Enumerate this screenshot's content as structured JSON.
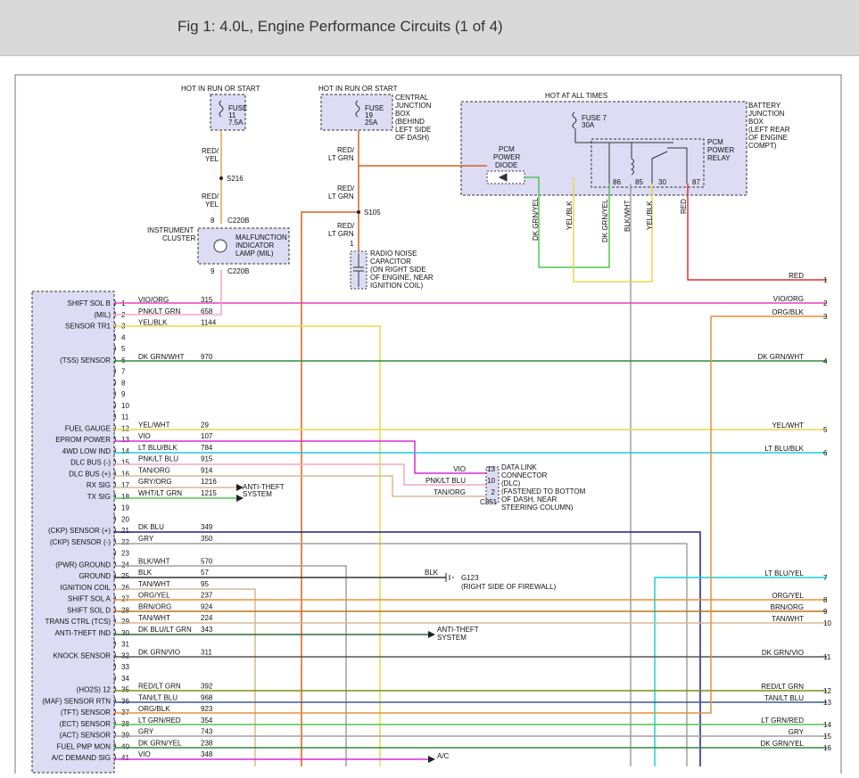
{
  "header": {
    "title": "Fig 1: 4.0L, Engine Performance Circuits (1 of 4)"
  },
  "colors": {
    "box_fill": "#dcdcf4",
    "header_bg": "#d9d9d9",
    "wire_violet_orange": "#e040c0",
    "wire_pink": "#f27fa8",
    "wire_yellow": "#e8d84a",
    "wire_dark_green": "#2e8b3a",
    "wire_light_blue": "#22ccd8",
    "wire_tan": "#d6b896",
    "wire_blue": "#1a237e",
    "wire_gray": "#a0a0a0",
    "wire_orange": "#e8903a",
    "wire_red": "#e03030",
    "wire_green": "#54c454"
  },
  "top": {
    "hot_run_start_1": "HOT IN RUN OR START",
    "hot_run_start_2": "HOT IN RUN OR START",
    "hot_all_times": "HOT AT ALL TIMES",
    "fuse11": [
      "FUSE",
      "11",
      "7.5A"
    ],
    "fuse19": [
      "FUSE",
      "19",
      "25A"
    ],
    "fuse7": [
      "FUSE 7",
      "30A"
    ],
    "cjb": [
      "CENTRAL",
      "JUNCTION",
      "BOX",
      "(BEHIND",
      "LEFT SIDE",
      "OF DASH)"
    ],
    "bjb": [
      "BATTERY",
      "JUNCTION",
      "BOX",
      "(LEFT REAR",
      "OF ENGINE",
      "COMPT)"
    ],
    "pcm_diode": [
      "PCM",
      "POWER",
      "DIODE"
    ],
    "pcm_relay": [
      "PCM",
      "POWER",
      "RELAY"
    ],
    "relay_pins": [
      "86",
      "85",
      "30",
      "87"
    ],
    "red_yel_1": [
      "RED/",
      "YEL"
    ],
    "s216": "S216",
    "red_yel_2": [
      "RED/",
      "YEL"
    ],
    "red_ltgrn_1": [
      "RED/",
      "LT GRN"
    ],
    "red_ltgrn_2": [
      "RED/",
      "LT GRN"
    ],
    "s105": "S105",
    "red_ltgrn_3": [
      "RED/",
      "LT GRN"
    ],
    "cap_pin": "1",
    "cap": [
      "RADIO NOISE",
      "CAPACITOR",
      "(ON RIGHT SIDE",
      "OF ENGINE, NEAR",
      "IGNITION COIL)"
    ],
    "mil_pin_top": "8",
    "mil_conn_top": "C220B",
    "mil_pin_bot": "9",
    "mil_conn_bot": "C220B",
    "cluster": [
      "INSTRUMENT",
      "CLUSTER"
    ],
    "mil": [
      "MALFUNCTION",
      "INDICATOR",
      "LAMP (MIL)"
    ],
    "vertical_wires": [
      "DK GRN/YEL",
      "YEL/BLK",
      "DK GRN/YEL",
      "BLK/WHT",
      "YEL/BLK",
      "RED"
    ]
  },
  "pcm_pins": [
    {
      "name": "SHIFT SOL B",
      "pin": "1",
      "color": "VIO/ORG",
      "circuit": "315"
    },
    {
      "name": "(MIL)",
      "pin": "2",
      "color": "PNK/LT GRN",
      "circuit": "658"
    },
    {
      "name": "SENSOR TR1",
      "pin": "3",
      "color": "YEL/BLK",
      "circuit": "1144"
    },
    {
      "name": "",
      "pin": "4",
      "color": "",
      "circuit": ""
    },
    {
      "name": "",
      "pin": "5",
      "color": "",
      "circuit": ""
    },
    {
      "name": "(TSS) SENSOR",
      "pin": "6",
      "color": "DK GRN/WHT",
      "circuit": "970"
    },
    {
      "name": "",
      "pin": "7",
      "color": "",
      "circuit": ""
    },
    {
      "name": "",
      "pin": "8",
      "color": "",
      "circuit": ""
    },
    {
      "name": "",
      "pin": "9",
      "color": "",
      "circuit": ""
    },
    {
      "name": "",
      "pin": "10",
      "color": "",
      "circuit": ""
    },
    {
      "name": "",
      "pin": "11",
      "color": "",
      "circuit": ""
    },
    {
      "name": "FUEL GAUGE",
      "pin": "12",
      "color": "YEL/WHT",
      "circuit": "29"
    },
    {
      "name": "EPROM POWER",
      "pin": "13",
      "color": "VIO",
      "circuit": "107"
    },
    {
      "name": "4WD LOW IND",
      "pin": "14",
      "color": "LT BLU/BLK",
      "circuit": "784"
    },
    {
      "name": "DLC BUS (-)",
      "pin": "15",
      "color": "PNK/LT BLU",
      "circuit": "915"
    },
    {
      "name": "DLC BUS (+)",
      "pin": "16",
      "color": "TAN/ORG",
      "circuit": "914"
    },
    {
      "name": "RX SIG",
      "pin": "17",
      "color": "GRY/ORG",
      "circuit": "1216"
    },
    {
      "name": "TX SIG",
      "pin": "18",
      "color": "WHT/LT GRN",
      "circuit": "1215"
    },
    {
      "name": "",
      "pin": "19",
      "color": "",
      "circuit": ""
    },
    {
      "name": "",
      "pin": "20",
      "color": "",
      "circuit": ""
    },
    {
      "name": "(CKP) SENSOR (+)",
      "pin": "21",
      "color": "DK BLU",
      "circuit": "349"
    },
    {
      "name": "(CKP) SENSOR (-)",
      "pin": "22",
      "color": "GRY",
      "circuit": "350"
    },
    {
      "name": "",
      "pin": "23",
      "color": "",
      "circuit": ""
    },
    {
      "name": "(PWR) GROUND",
      "pin": "24",
      "color": "BLK/WHT",
      "circuit": "570"
    },
    {
      "name": "GROUND",
      "pin": "25",
      "color": "BLK",
      "circuit": "57"
    },
    {
      "name": "IGNITION COIL",
      "pin": "26",
      "color": "TAN/WHT",
      "circuit": "95"
    },
    {
      "name": "SHIFT SOL A",
      "pin": "27",
      "color": "ORG/YEL",
      "circuit": "237"
    },
    {
      "name": "SHIFT SOL D",
      "pin": "28",
      "color": "BRN/ORG",
      "circuit": "924"
    },
    {
      "name": "TRANS CTRL (TCS)",
      "pin": "29",
      "color": "TAN/WHT",
      "circuit": "224"
    },
    {
      "name": "ANTI-THEFT IND",
      "pin": "30",
      "color": "DK BLU/LT GRN",
      "circuit": "343"
    },
    {
      "name": "",
      "pin": "31",
      "color": "",
      "circuit": ""
    },
    {
      "name": "KNOCK SENSOR",
      "pin": "32",
      "color": "DK GRN/VIO",
      "circuit": "311"
    },
    {
      "name": "",
      "pin": "33",
      "color": "",
      "circuit": ""
    },
    {
      "name": "",
      "pin": "34",
      "color": "",
      "circuit": ""
    },
    {
      "name": "(HO2S) 12",
      "pin": "35",
      "color": "RED/LT GRN",
      "circuit": "392"
    },
    {
      "name": "(MAF) SENSOR RTN",
      "pin": "36",
      "color": "TAN/LT BLU",
      "circuit": "968"
    },
    {
      "name": "(TFT) SENSOR",
      "pin": "37",
      "color": "ORG/BLK",
      "circuit": "923"
    },
    {
      "name": "(ECT) SENSOR",
      "pin": "38",
      "color": "LT GRN/RED",
      "circuit": "354"
    },
    {
      "name": "(ACT) SENSOR",
      "pin": "39",
      "color": "GRY",
      "circuit": "743"
    },
    {
      "name": "FUEL PMP MON",
      "pin": "40",
      "color": "DK GRN/YEL",
      "circuit": "238"
    },
    {
      "name": "A/C DEMAND SIG",
      "pin": "41",
      "color": "VIO",
      "circuit": "348"
    }
  ],
  "right_wires": [
    {
      "label": "RED",
      "num": "1"
    },
    {
      "label": "VIO/ORG",
      "num": "2"
    },
    {
      "label": "ORG/BLK",
      "num": "3"
    },
    {
      "label": "DK GRN/WHT",
      "num": "4"
    },
    {
      "label": "YEL/WHT",
      "num": "5"
    },
    {
      "label": "LT BLU/BLK",
      "num": "6"
    },
    {
      "label": "LT BLU/YEL",
      "num": "7"
    },
    {
      "label": "ORG/YEL",
      "num": "8"
    },
    {
      "label": "BRN/ORG",
      "num": "9"
    },
    {
      "label": "TAN/WHT",
      "num": "10"
    },
    {
      "label": "DK GRN/VIO",
      "num": "11"
    },
    {
      "label": "RED/LT GRN",
      "num": "12"
    },
    {
      "label": "TAN/LT BLU",
      "num": "13"
    },
    {
      "label": "LT GRN/RED",
      "num": "14"
    },
    {
      "label": "GRY",
      "num": "15"
    },
    {
      "label": "DK GRN/YEL",
      "num": "16"
    }
  ],
  "dlc": {
    "pins": [
      {
        "color": "VIO",
        "pin": "13"
      },
      {
        "color": "PNK/LT BLU",
        "pin": "10"
      },
      {
        "color": "TAN/ORG",
        "pin": "2"
      }
    ],
    "conn": "C251",
    "label": [
      "DATA LINK",
      "CONNECTOR",
      "(DLC)",
      "(FASTENED TO BOTTOM",
      "OF DASH, NEAR",
      "STEERING COLUMN)"
    ]
  },
  "anti_theft_1": [
    "ANTI-THEFT",
    "SYSTEM"
  ],
  "anti_theft_2": [
    "ANTI-THEFT",
    "SYSTEM"
  ],
  "ground": {
    "wire": "BLK",
    "id": "G123",
    "desc": "(RIGHT SIDE OF FIREWALL)"
  },
  "ac_label": "A/C"
}
